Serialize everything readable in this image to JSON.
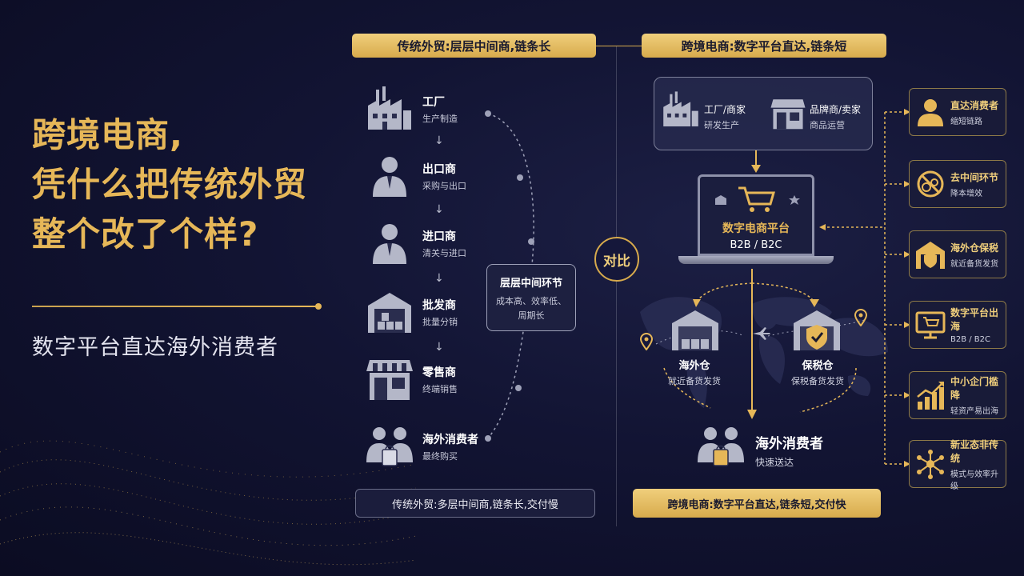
{
  "hero": {
    "title_line1": "跨境电商,",
    "title_line2": "凭什么把传统外贸",
    "title_line3": "整个改了个样?",
    "subtitle": "数字平台直达海外消费者"
  },
  "headers": {
    "left": "传统外贸:层层中间商,链条长",
    "right": "跨境电商:数字平台直达,链条短"
  },
  "vs_label": "对比",
  "traditional_chain": [
    {
      "title": "工厂",
      "desc": "生产制造",
      "icon": "factory-icon"
    },
    {
      "title": "出口商",
      "desc": "采购与出口",
      "icon": "businessman-icon"
    },
    {
      "title": "进口商",
      "desc": "清关与进口",
      "icon": "businessman-icon"
    },
    {
      "title": "批发商",
      "desc": "批量分销",
      "icon": "warehouse-icon"
    },
    {
      "title": "零售商",
      "desc": "终端销售",
      "icon": "store-icon"
    },
    {
      "title": "海外消费者",
      "desc": "最终购买",
      "icon": "consumers-icon"
    }
  ],
  "middle_box": {
    "title": "层层中间环节",
    "desc_line1": "成本高、效率低、",
    "desc_line2": "周期长"
  },
  "footers": {
    "left": "传统外贸:多层中间商,链条长,交付慢",
    "right": "跨境电商:数字平台直达,链条短,交付快"
  },
  "cross_border": {
    "maker": {
      "title": "工厂/商家",
      "desc": "研发生产"
    },
    "brand": {
      "title": "品牌商/卖家",
      "desc": "商品运营"
    },
    "platform": {
      "title": "数字电商平台",
      "sub": "B2B / B2C"
    },
    "warehouse_overseas": {
      "title": "海外仓",
      "desc": "就近备货发货"
    },
    "warehouse_bonded": {
      "title": "保税仓",
      "desc": "保税备货发货"
    },
    "consumer": {
      "title": "海外消费者",
      "desc": "快速送达"
    }
  },
  "benefits": [
    {
      "title": "直达消费者",
      "desc": "缩短链路",
      "icon": "person-icon"
    },
    {
      "title": "去中间环节",
      "desc": "降本增效",
      "icon": "no-middleman-icon"
    },
    {
      "title": "海外仓保税",
      "desc": "就近备货发货",
      "icon": "shield-warehouse-icon"
    },
    {
      "title": "数字平台出海",
      "desc": "B2B / B2C",
      "icon": "monitor-cart-icon"
    },
    {
      "title": "中小企门槛降",
      "desc": "轻资产易出海",
      "icon": "growth-chart-icon"
    },
    {
      "title": "新业态非传统",
      "desc": "模式与效率升级",
      "icon": "network-icon"
    }
  ],
  "colors": {
    "gold": "#e6b758",
    "background": "#121433"
  }
}
